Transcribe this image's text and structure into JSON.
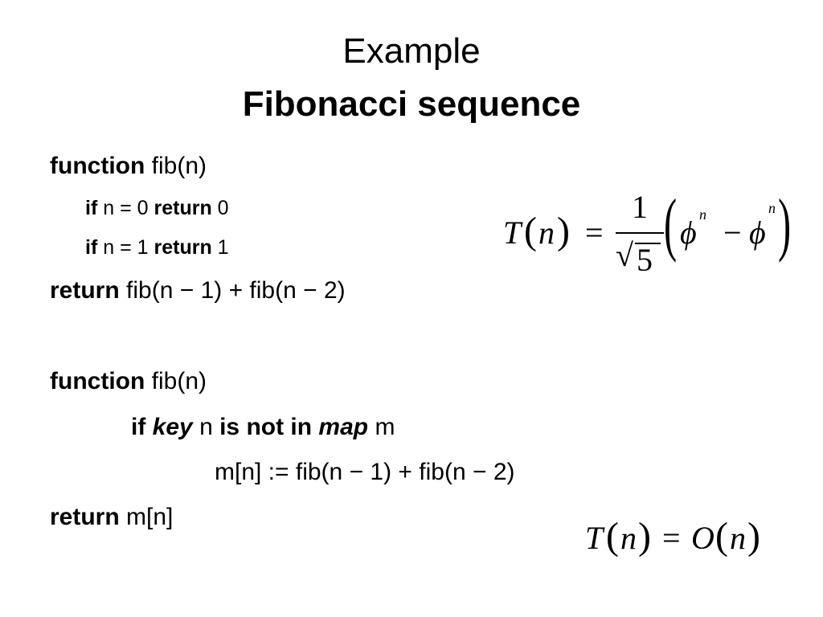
{
  "slide": {
    "title_line1": "Example",
    "title_line2": "Fibonacci sequence"
  },
  "code_block_1": {
    "line1": {
      "kw": "function",
      "rest": " fib(n)"
    },
    "line2": {
      "kw1": "if",
      "mid1": " n = 0 ",
      "kw2": "return",
      "tail": " 0"
    },
    "line3": {
      "kw1": "if",
      "mid1": " n = 1 ",
      "kw2": "return",
      "tail": " 1"
    },
    "line4": {
      "kw": "return",
      "rest": " fib(n − 1) + fib(n − 2)"
    }
  },
  "code_block_2": {
    "line1": {
      "kw": "function",
      "rest": " fib(n)"
    },
    "line2": {
      "kw1": "if ",
      "kw1_italic": "key",
      "mid": " n ",
      "kw2": "is not in ",
      "kw2_italic": "map",
      "tail": " m"
    },
    "line3": {
      "text": "m[n] := fib(n − 1) + fib(n − 2)"
    },
    "line4": {
      "kw": "return",
      "rest": " m[n]"
    }
  },
  "formula_1": {
    "lhs_T": "T",
    "lhs_open": "(",
    "lhs_n": "n",
    "lhs_close": ")",
    "equals": "=",
    "numerator": "1",
    "radical": "√",
    "radicand": "5",
    "big_open": "(",
    "phi1": "ϕ",
    "exp1": "n",
    "minus": "−",
    "phi2": "ϕ",
    "exp2": "n",
    "big_close": ")"
  },
  "formula_2": {
    "T": "T",
    "open1": "(",
    "n1": "n",
    "close1": ")",
    "equals": "=",
    "O": "O",
    "open2": "(",
    "n2": "n",
    "close2": ")"
  }
}
